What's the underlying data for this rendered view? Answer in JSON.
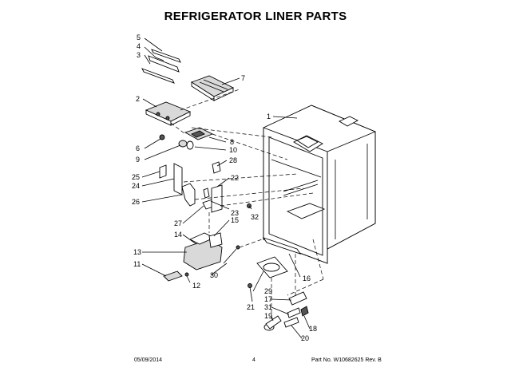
{
  "title": "REFRIGERATOR LINER PARTS",
  "footer": {
    "date": "05/09/2014",
    "page": "4",
    "part_info": "Part No.  W10682625  Rev. B"
  },
  "callouts": {
    "c1": "1",
    "c2": "2",
    "c3": "3",
    "c4": "4",
    "c5": "5",
    "c6": "6",
    "c7": "7",
    "c8": "8",
    "c9": "9",
    "c10": "10",
    "c11": "11",
    "c12": "12",
    "c13": "13",
    "c14": "14",
    "c15": "15",
    "c16": "16",
    "c17": "17",
    "c18": "18",
    "c19": "19",
    "c20": "20",
    "c21": "21",
    "c22": "22",
    "c23": "23",
    "c24": "24",
    "c25": "25",
    "c26": "26",
    "c27": "27",
    "c28": "28",
    "c29": "29",
    "c30": "30",
    "c31": "31",
    "c32": "32"
  }
}
